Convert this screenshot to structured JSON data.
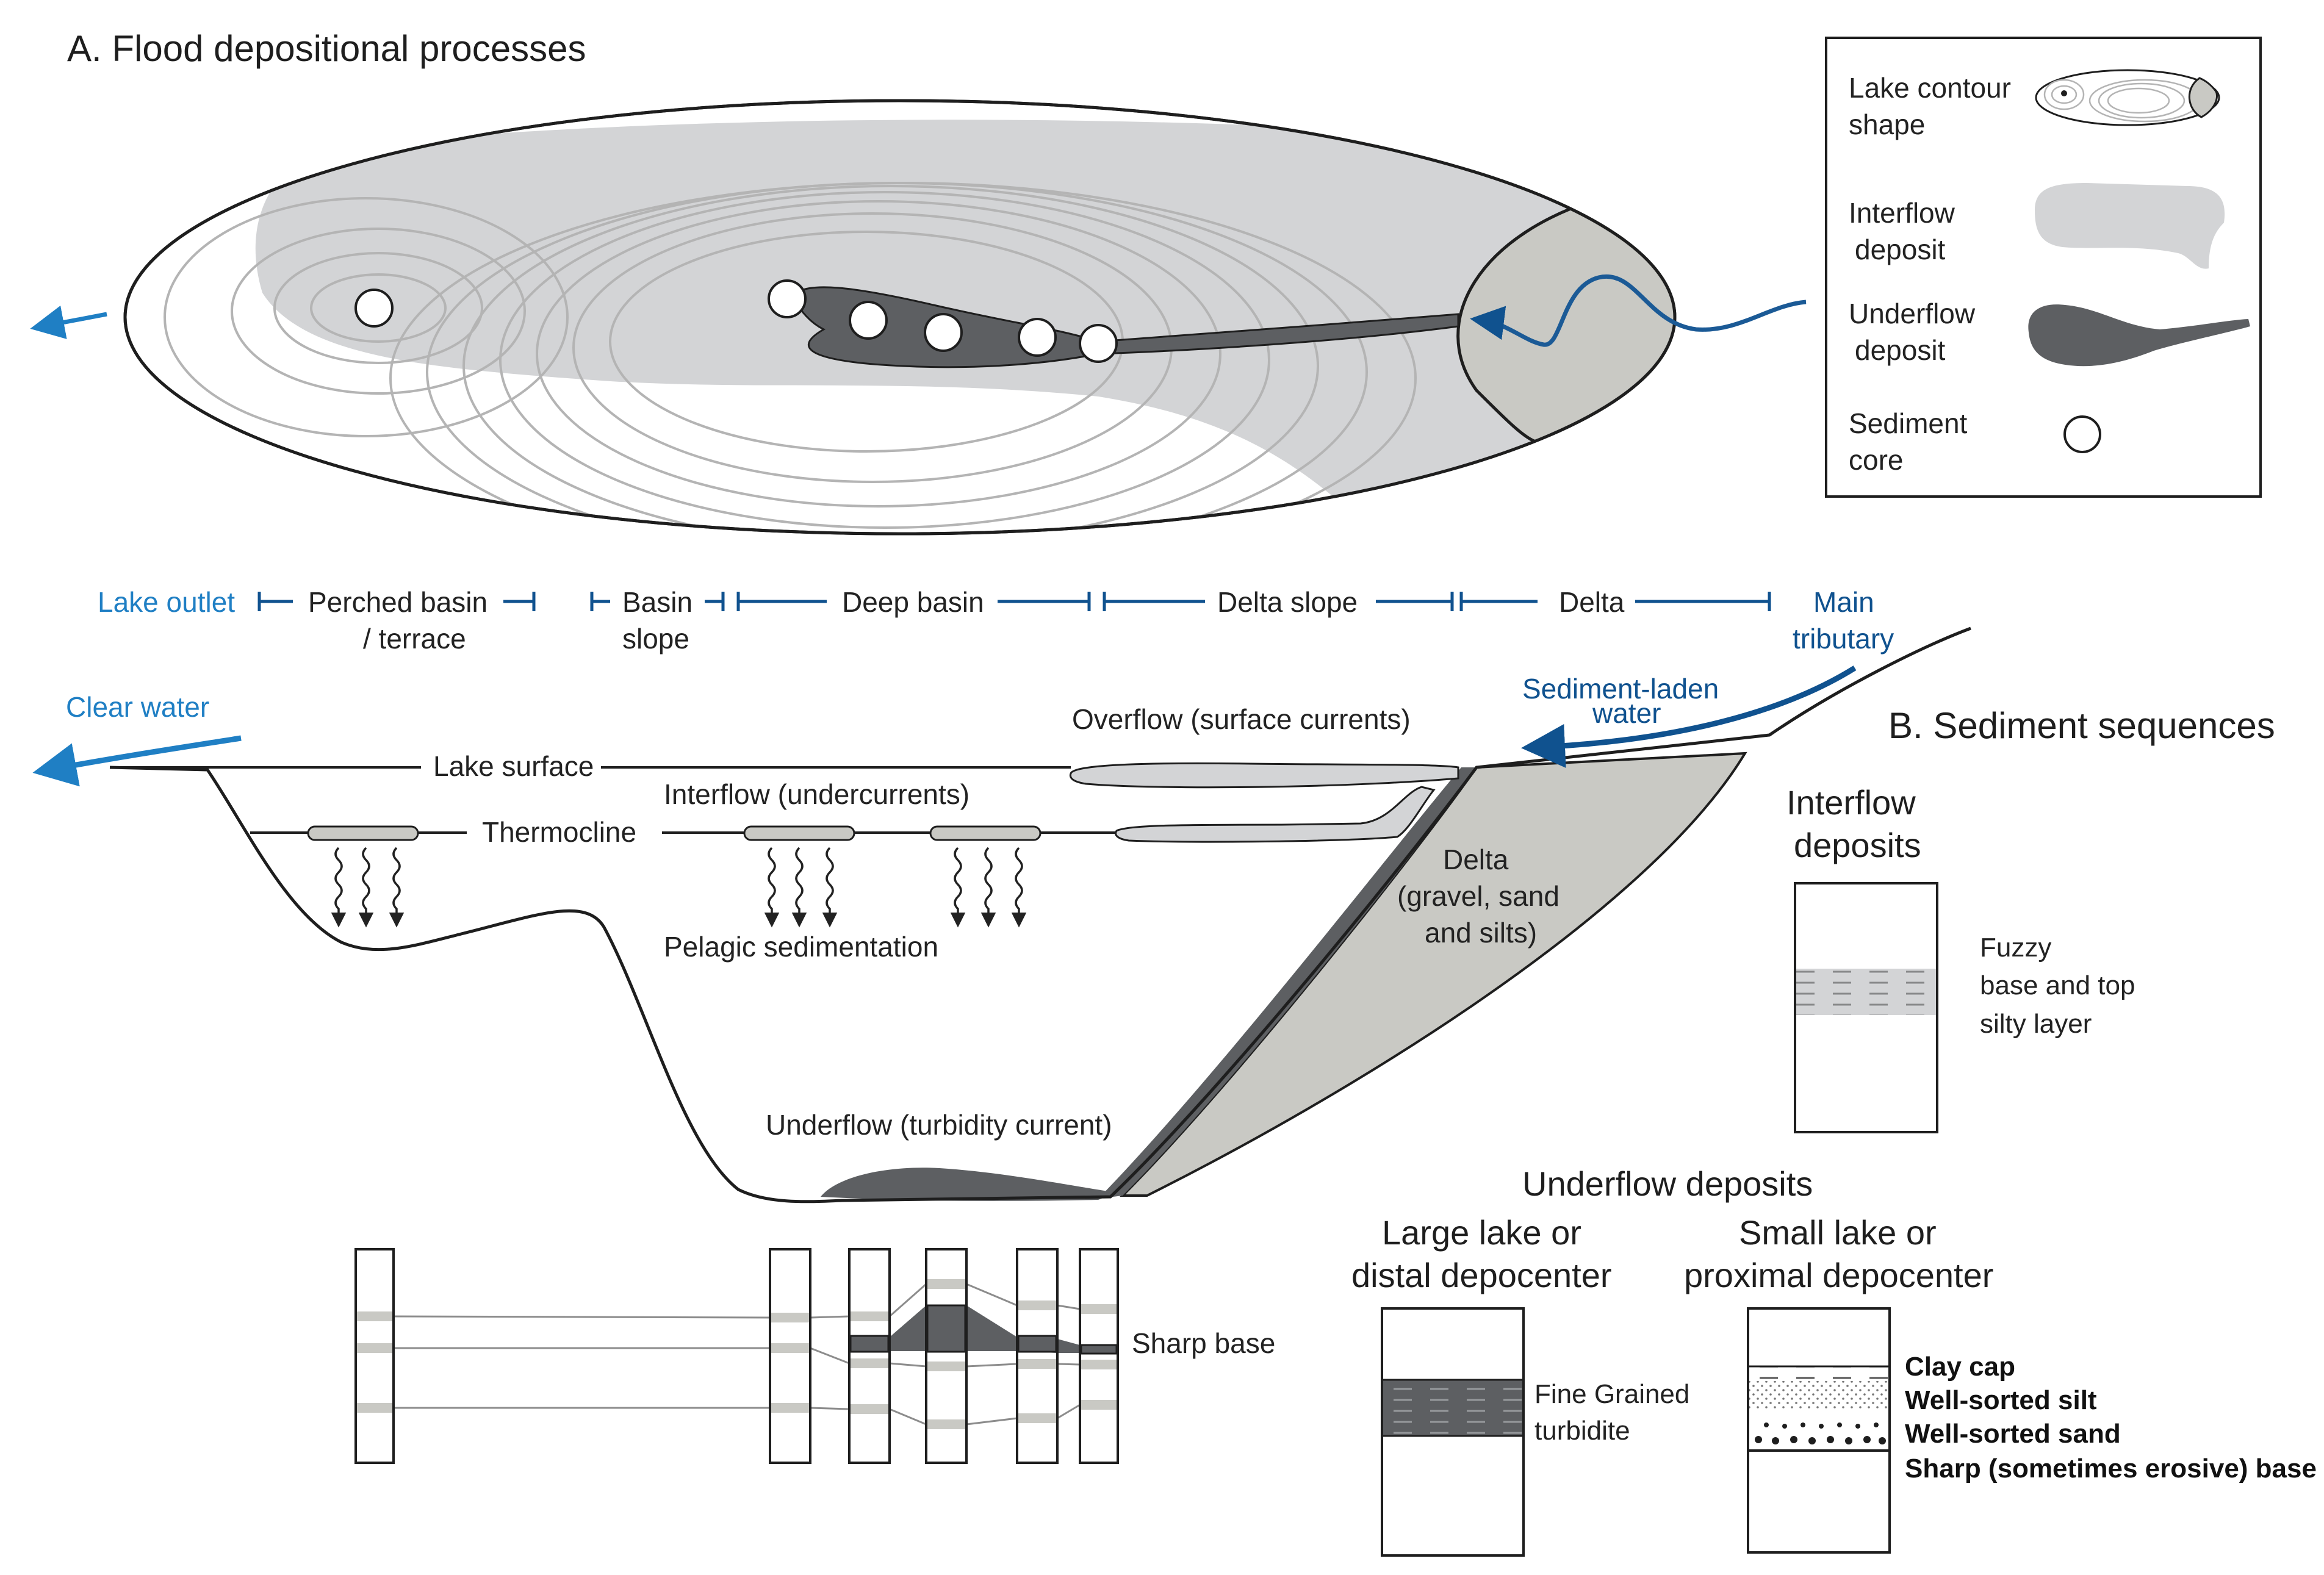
{
  "title_a": "A. Flood depositional processes",
  "title_b": "B. Sediment sequences",
  "legend": {
    "lake_contour_shape": [
      "Lake contour",
      "shape"
    ],
    "interflow_deposit": [
      "Interflow",
      "deposit"
    ],
    "underflow_deposit": [
      "Underflow",
      "deposit"
    ],
    "sediment_core": [
      "Sediment",
      "core"
    ]
  },
  "zones": {
    "lake_outlet": "Lake outlet",
    "perched_basin": [
      "Perched basin",
      "/ terrace"
    ],
    "basin_slope": [
      "Basin",
      "slope"
    ],
    "deep_basin": "Deep basin",
    "delta_slope": "Delta slope",
    "delta": "Delta",
    "main_tributary": [
      "Main",
      "tributary"
    ]
  },
  "section": {
    "clear_water": "Clear water",
    "sediment_laden_water": [
      "Sediment-laden",
      "water"
    ],
    "overflow": "Overflow (surface currents)",
    "lake_surface": "Lake surface",
    "interflow": "Interflow (undercurrents)",
    "thermocline": "Thermocline",
    "pelagic": "Pelagic sedimentation",
    "delta_body": [
      "Delta",
      "(gravel, sand",
      "and silts)"
    ],
    "underflow": "Underflow (turbidity current)",
    "sharp_base": "Sharp  base"
  },
  "sequences": {
    "interflow_deposits": [
      "Interflow",
      "deposits"
    ],
    "interflow_desc": [
      "Fuzzy",
      "base and top",
      "silty layer"
    ],
    "underflow_deposits": "Underflow deposits",
    "large_lake": [
      "Large lake or",
      "distal depocenter"
    ],
    "small_lake": [
      "Small lake or",
      "proximal depocenter"
    ],
    "fine_grained": [
      "Fine Grained",
      "turbidite"
    ],
    "layers": [
      "Clay cap",
      "Well-sorted silt",
      "Well-sorted sand",
      "Sharp (sometimes erosive) base"
    ]
  },
  "colors": {
    "outline": "#1e1e1e",
    "interflow_fill": "#d3d4d6",
    "underflow_fill": "#5d5f62",
    "delta_fill": "#c9c9c4",
    "contour": "#b4b4b4",
    "river_blue": "#1b5a96",
    "label_blue": "#1f7fc4"
  }
}
